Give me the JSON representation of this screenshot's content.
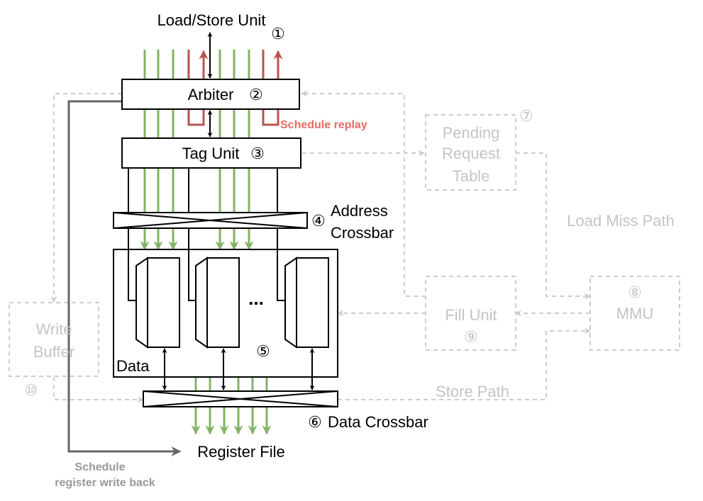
{
  "labels": {
    "load_store_unit": "Load/Store Unit",
    "n1": "①",
    "arbiter": "Arbiter",
    "n2": "②",
    "schedule_replay": "Schedule replay",
    "tag_unit": "Tag Unit",
    "n3": "③",
    "n4": "④",
    "address": "Address",
    "crossbar": "Crossbar",
    "n5": "⑤",
    "ellipsis": "...",
    "data": "Data",
    "n6": "⑥",
    "data_crossbar": "Data Crossbar",
    "register_file": "Register File",
    "schedule": "Schedule",
    "register_write_back": "register write back",
    "pending": "Pending",
    "request": "Request",
    "table": "Table",
    "n7": "⑦",
    "load_miss_path": "Load Miss Path",
    "n8": "⑧",
    "mmu": "MMU",
    "fill_unit": "Fill Unit",
    "n9": "⑨",
    "write": "Write",
    "buffer": "Buffer",
    "n10": "⑩",
    "store_path": "Store Path"
  },
  "colors": {
    "black": "#000000",
    "green": "#82b366",
    "red": "#b85450",
    "gray": "#cccccc",
    "gray_text": "#c4c4c4",
    "dark_gray": "#666666",
    "label_gray": "#999999"
  }
}
